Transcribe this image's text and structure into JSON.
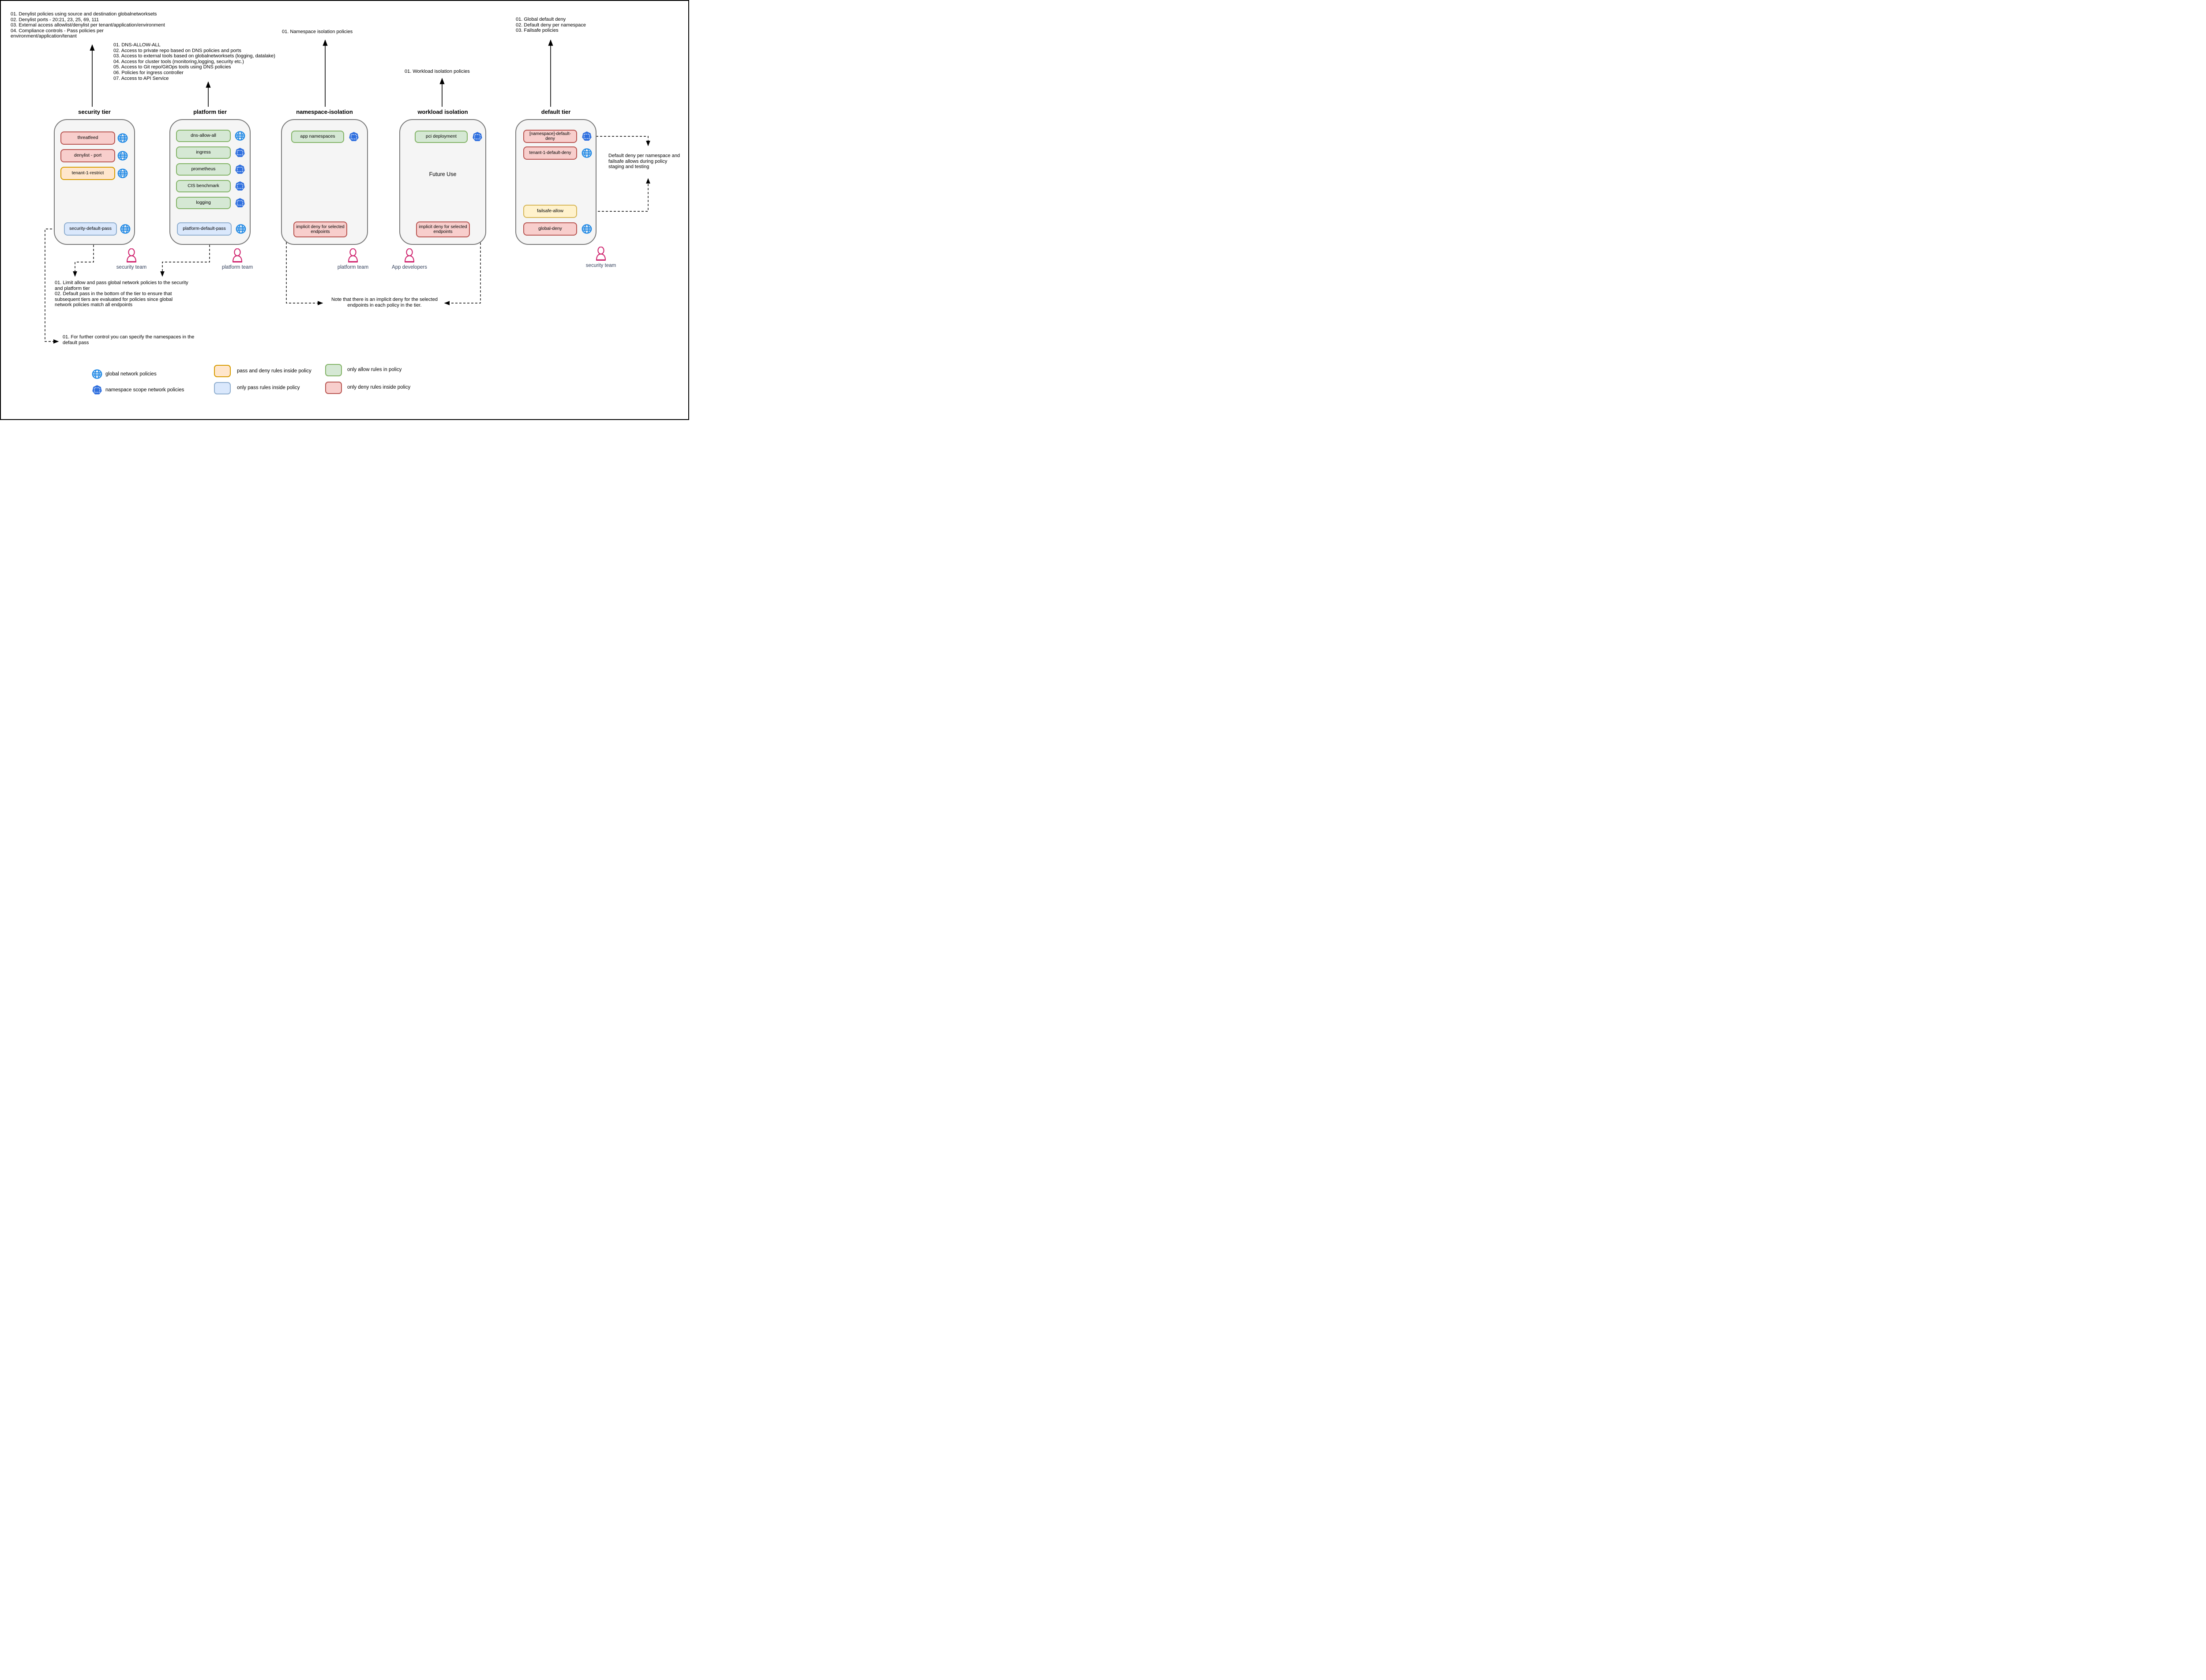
{
  "annotations": {
    "security_tier_notes": "01. Denylist policies using source and destination globalnetworksets\n02. Denylist ports - 20:21, 23, 25, 69, 111\n03. External access allowlist/denylist per tenant/application/environment\n04. Compliance controls - Pass policies per\nenvironment/application/tenant",
    "platform_tier_notes": "01. DNS-ALLOW-ALL\n02. Access to private repo based on DNS policies and ports\n03. Access to external tools based on globalnetworksets (logging, datalake)\n04. Access for cluster tools (monitoring,logging, security etc.)\n05. Access to Git repo/GitOps tools using DNS policies\n06. Policies for ingress controller\n07. Access to API Service",
    "namespace_tier_note": "01. Namespace isolation policies",
    "workload_tier_note": "01. Workload isolation policies",
    "default_tier_notes": "01. Global default deny\n02. Default deny per namespace\n03. Failsafe policies",
    "default_deny_note": "Default deny per namespace and\nfailsafe allows during policy\nstaging and testing",
    "limit_allow_note": "01. Limit allow and pass global network policies to the security\nand platform tier\n02. Default pass in the bottom of the tier to ensure that\nsubsequent tiers are evaluated for policies since global\nnetwork policies match all endpoints",
    "further_control_note": "01. For further control you can specify the namespaces in the\ndefault pass",
    "implicit_deny_note": "Note that there is an implicit deny for the selected\nendpoints in each policy in the tier."
  },
  "tiers": [
    {
      "title": "security tier",
      "policies": [
        {
          "label": "threatfeed",
          "rule_type": "only deny",
          "icon": "globe-icon"
        },
        {
          "label": "denylist - port",
          "rule_type": "only deny",
          "icon": "globe-icon"
        },
        {
          "label": "tenant-1-restrict",
          "rule_type": "pass and deny",
          "icon": "globe-icon"
        },
        {
          "label": "security-default-pass",
          "rule_type": "only pass",
          "icon": "globe-icon"
        }
      ]
    },
    {
      "title": "platform tier",
      "policies": [
        {
          "label": "dns-allow-all",
          "rule_type": "only allow",
          "icon": "globe-icon"
        },
        {
          "label": "ingress",
          "rule_type": "only allow",
          "icon": "namespace-icon"
        },
        {
          "label": "prometheus",
          "rule_type": "only allow",
          "icon": "namespace-icon"
        },
        {
          "label": "CIS benchmark",
          "rule_type": "only allow",
          "icon": "namespace-icon"
        },
        {
          "label": "logging",
          "rule_type": "only allow",
          "icon": "namespace-icon"
        },
        {
          "label": "platform-default-pass",
          "rule_type": "only pass",
          "icon": "globe-icon"
        }
      ]
    },
    {
      "title": "namespace-isolation",
      "policies": [
        {
          "label": "app namespaces",
          "rule_type": "only allow",
          "icon": "namespace-icon"
        },
        {
          "label": "implicit deny for selected endpoints",
          "rule_type": "only deny",
          "icon": ""
        }
      ]
    },
    {
      "title": "workload isolation",
      "center_text": "Future Use",
      "policies": [
        {
          "label": "pci deployment",
          "rule_type": "only allow",
          "icon": "namespace-icon"
        },
        {
          "label": "implicit deny for selected endpoints",
          "rule_type": "only deny",
          "icon": ""
        }
      ]
    },
    {
      "title": "default tier",
      "policies": [
        {
          "label": "[namespace]-default-deny",
          "rule_type": "only deny",
          "icon": "namespace-icon"
        },
        {
          "label": "tenant-1-default-deny",
          "rule_type": "only deny",
          "icon": "globe-icon"
        },
        {
          "label": "failsafe-allow",
          "rule_type": "pass and deny",
          "icon": ""
        },
        {
          "label": "global-deny",
          "rule_type": "only deny",
          "icon": "globe-icon"
        }
      ]
    }
  ],
  "teams": [
    {
      "label": "security team"
    },
    {
      "label": "platform team"
    },
    {
      "label": "platform team"
    },
    {
      "label": "App developers"
    },
    {
      "label": "security team"
    }
  ],
  "legend": {
    "global": "global network policies",
    "namespace": "namespace scope network policies",
    "pass_deny": "pass and deny rules inside policy",
    "only_pass": "only pass rules inside policy",
    "only_allow": "only allow rules in policy",
    "only_deny": "only deny rules inside policy"
  },
  "colors": {
    "deny_fill": "#f8cecc",
    "deny_stroke": "#b85450",
    "allow_fill": "#d5e8d4",
    "allow_stroke": "#82b366",
    "pass_fill": "#dae8fc",
    "pass_stroke": "#8faecf",
    "passdeny_fill": "#ffe6cc",
    "passdeny_stroke": "#d79b00",
    "failsafe_fill": "#fff2cc",
    "failsafe_stroke": "#d6b656",
    "tier_fill": "#f5f5f5",
    "tier_stroke": "#7a7a7a",
    "global_icon": "#1e88e5",
    "namespace_icon": "#2f6fde",
    "person": "#d02670",
    "team_label": "#33415c"
  }
}
